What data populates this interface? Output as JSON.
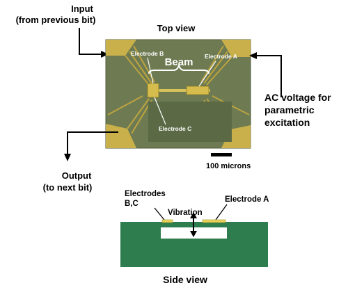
{
  "labels": {
    "input_line1": "Input",
    "input_line2": "(from previous bit)",
    "top_view": "Top view",
    "electrode_b": "Electrode B",
    "electrode_a": "Electrode A",
    "electrode_c": "Electrode C",
    "beam": "Beam",
    "ac_line1": "AC voltage for",
    "ac_line2": "parametric",
    "ac_line3": "excitation",
    "scale_bar": "100 microns",
    "output_line1": "Output",
    "output_line2": "(to next bit)",
    "side_electrodes_line1": "Electrodes",
    "side_electrodes_line2": "B,C",
    "vibration": "Vibration",
    "side_electrode_a": "Electrode A",
    "side_view": "Side view"
  },
  "colors": {
    "chip_green": "#6d7a52",
    "chip_green_dark": "#5b6a45",
    "gold_pad": "#c9b04a",
    "gold_trace": "#bda43f",
    "substrate_green": "#2e7d4f",
    "electrode_yellow": "#e8d35a",
    "arrow_black": "#000000"
  }
}
